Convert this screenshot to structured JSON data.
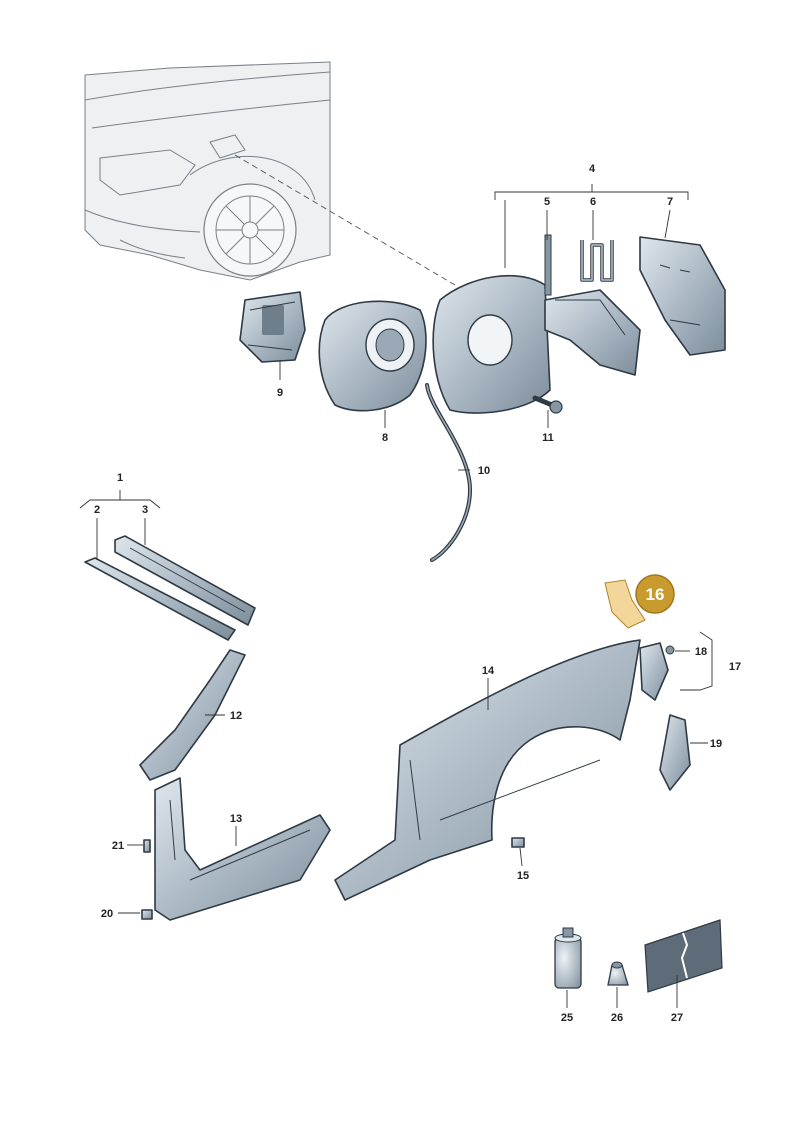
{
  "diagram": {
    "parts": [
      {
        "id": "1",
        "label": "1"
      },
      {
        "id": "2",
        "label": "2"
      },
      {
        "id": "3",
        "label": "3"
      },
      {
        "id": "4",
        "label": "4"
      },
      {
        "id": "5",
        "label": "5"
      },
      {
        "id": "6",
        "label": "6"
      },
      {
        "id": "7",
        "label": "7"
      },
      {
        "id": "8",
        "label": "8"
      },
      {
        "id": "9",
        "label": "9"
      },
      {
        "id": "10",
        "label": "10"
      },
      {
        "id": "11",
        "label": "11"
      },
      {
        "id": "12",
        "label": "12"
      },
      {
        "id": "13",
        "label": "13"
      },
      {
        "id": "14",
        "label": "14"
      },
      {
        "id": "15",
        "label": "15"
      },
      {
        "id": "17",
        "label": "17"
      },
      {
        "id": "18",
        "label": "18"
      },
      {
        "id": "19",
        "label": "19"
      },
      {
        "id": "20",
        "label": "20"
      },
      {
        "id": "21",
        "label": "21"
      },
      {
        "id": "25",
        "label": "25"
      },
      {
        "id": "26",
        "label": "26"
      },
      {
        "id": "27",
        "label": "27"
      }
    ],
    "highlight": {
      "label": "16",
      "color": "#c99a2e"
    }
  }
}
